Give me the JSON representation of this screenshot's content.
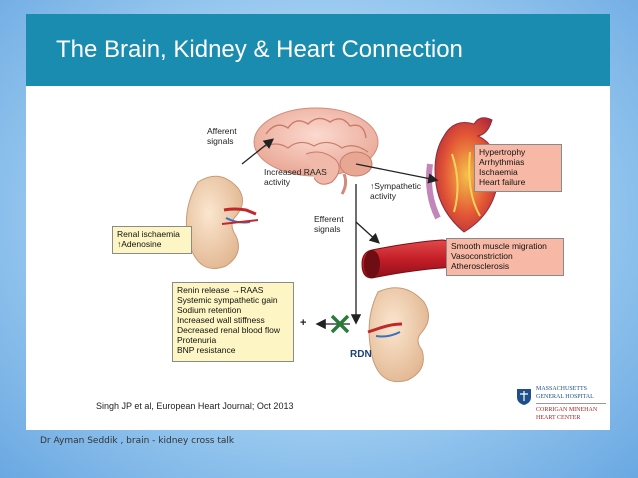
{
  "title": "The Brain, Kidney & Heart Connection",
  "labels": {
    "afferent": [
      "Afferent",
      "signals"
    ],
    "raas": [
      "Increased RAAS",
      "activity"
    ],
    "sympathetic": [
      "↑Sympathetic",
      "activity"
    ],
    "efferent": [
      "Efferent",
      "signals"
    ],
    "rdn": "RDN",
    "plus": "+"
  },
  "boxes": {
    "renal_ischaemia": [
      "Renal ischaemia",
      "↑Adenosine"
    ],
    "heart_effects": [
      "Hypertrophy",
      "Arrhythmias",
      "Ischaemia",
      "Heart failure"
    ],
    "vessel_effects": [
      "Smooth muscle migration",
      "Vasoconstriction",
      "Atherosclerosis"
    ],
    "renal_effects": [
      "Renin release →RAAS",
      "Systemic sympathetic gain",
      "Sodium retention",
      "Increased wall stiffness",
      "Decreased renal blood flow",
      "Protenuria",
      "BNP resistance"
    ]
  },
  "citation": "Singh JP et al, European Heart Journal; Oct 2013",
  "logo": {
    "line1": "MASSACHUSETTS",
    "line2": "GENERAL HOSPITAL",
    "line3": "CORRIGAN MINEHAN",
    "line4": "HEART CENTER"
  },
  "footer": "Dr Ayman Seddik , brain - kidney cross talk"
}
